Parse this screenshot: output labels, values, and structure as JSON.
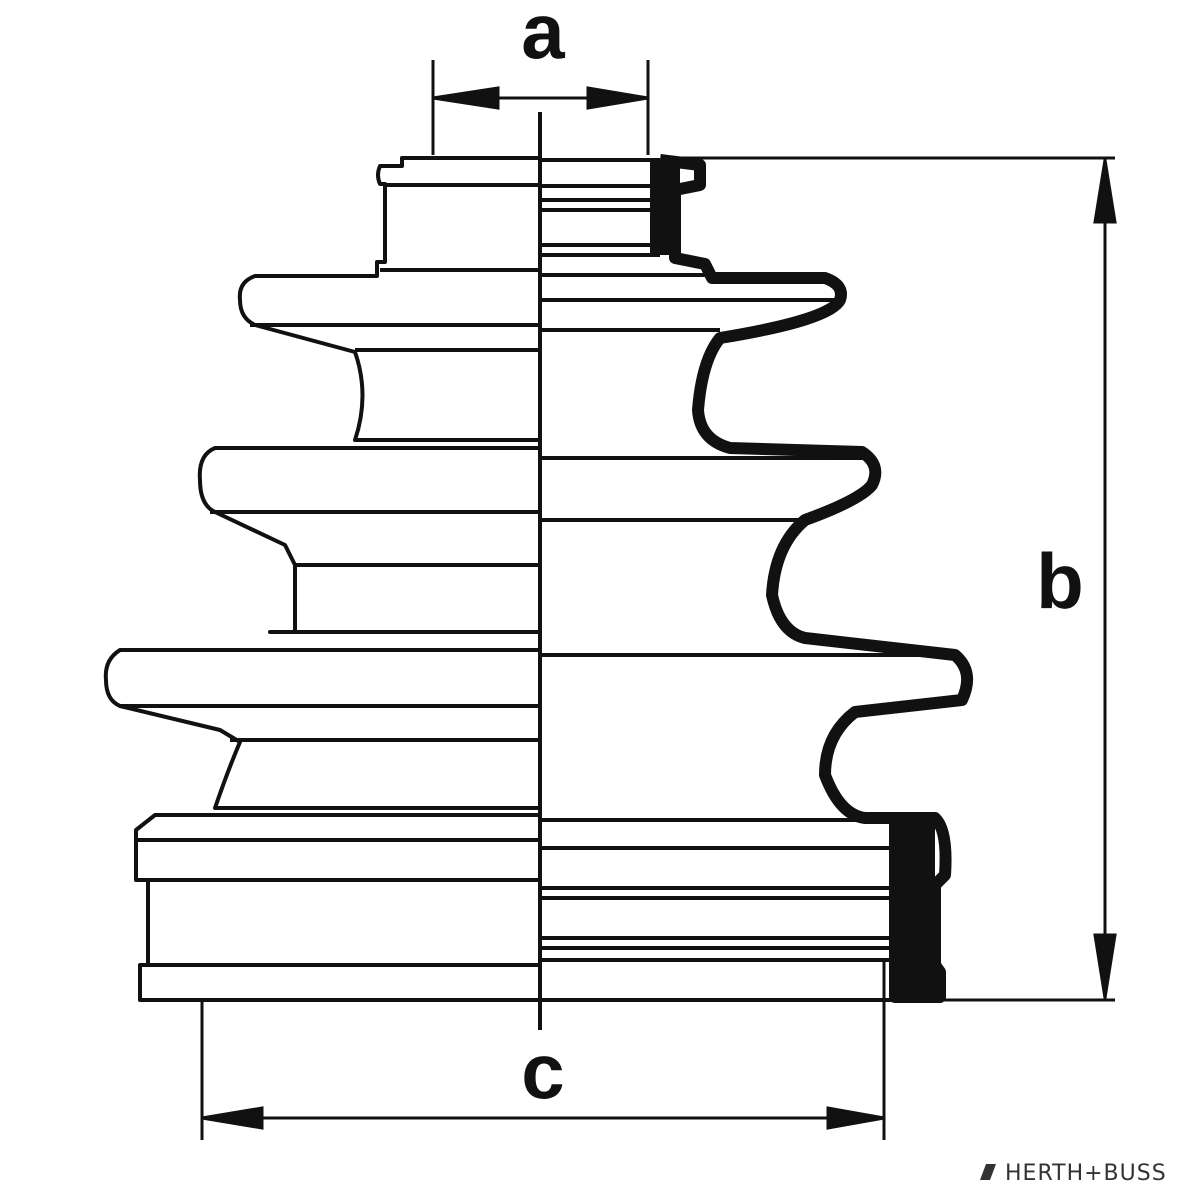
{
  "diagram": {
    "labels": {
      "a": "a",
      "b": "b",
      "c": "c"
    },
    "logo": "HERTH+BUSS",
    "line_color": "#111111"
  }
}
